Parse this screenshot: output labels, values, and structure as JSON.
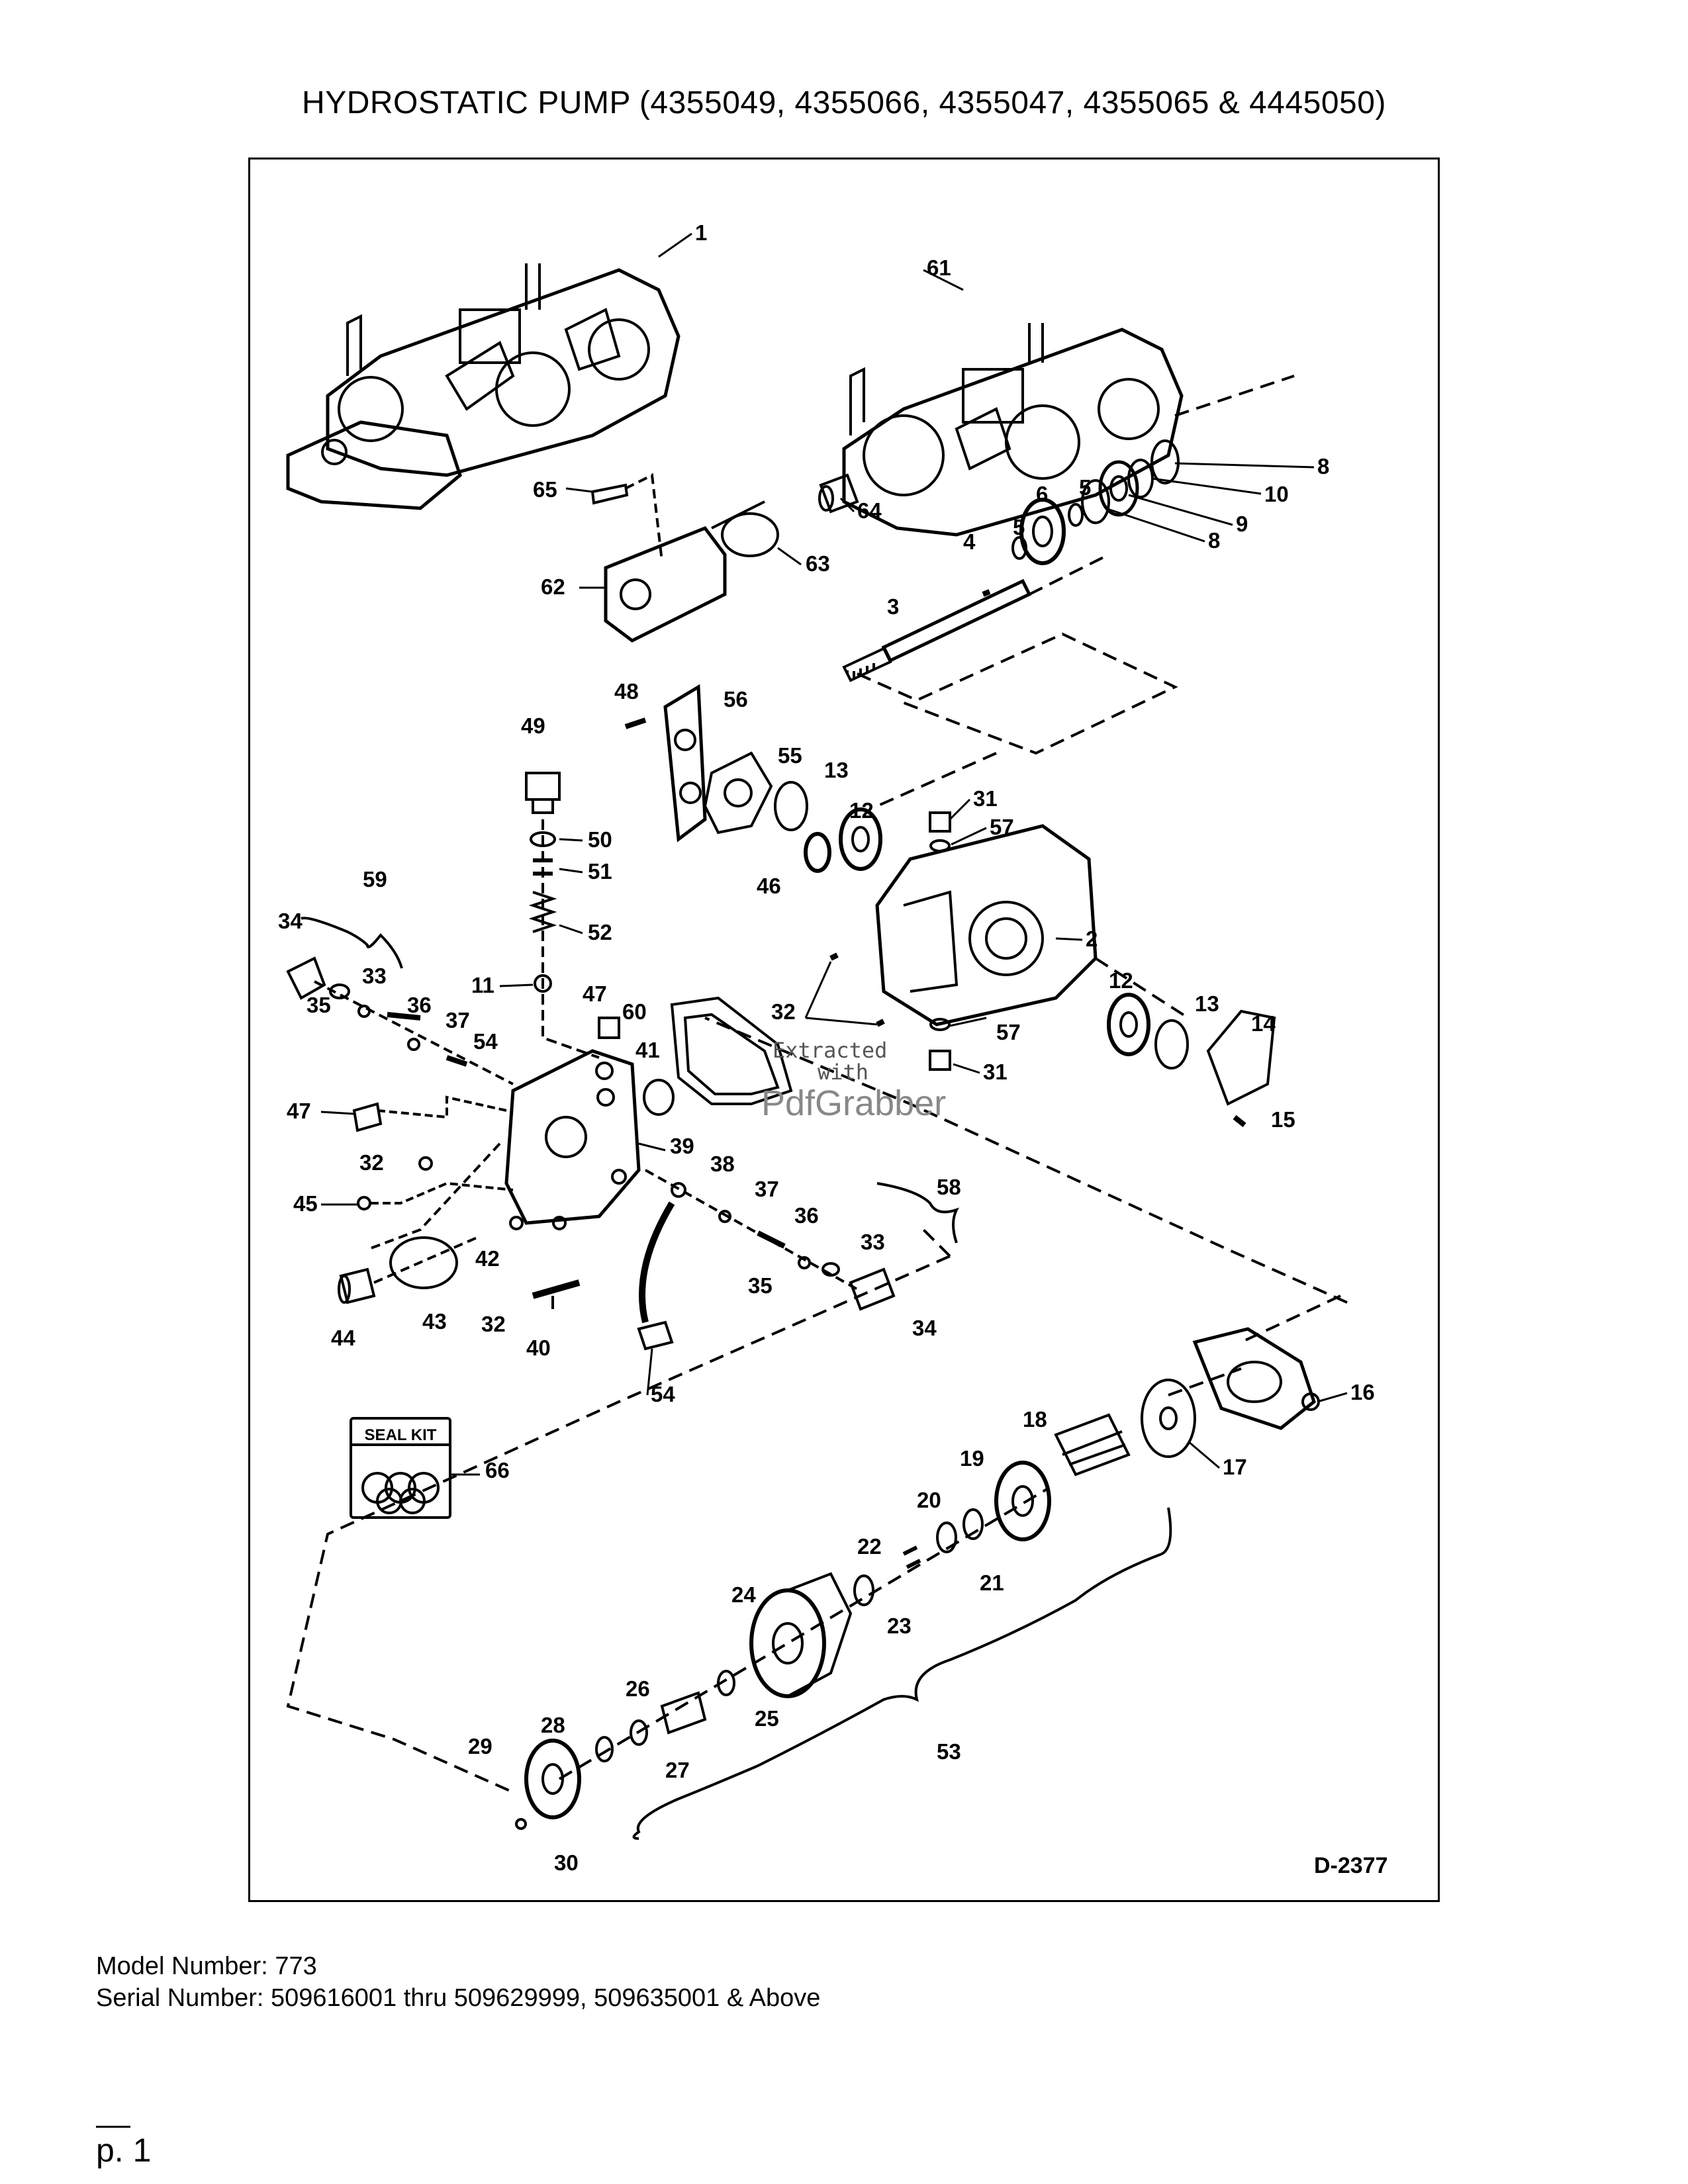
{
  "title": "HYDROSTATIC PUMP (4355049, 4355066, 4355047, 4355065 & 4445050)",
  "drawing_id": "D-2377",
  "seal_kit_label": "SEAL KIT",
  "watermark": {
    "line1": "Extracted",
    "line2": "with",
    "brand": "PdfGrabber"
  },
  "part_labels": {
    "p1": "1",
    "p2": "2",
    "p3": "3",
    "p4": "4",
    "p5a": "5",
    "p5b": "5",
    "p6": "6",
    "p8a": "8",
    "p8b": "8",
    "p9": "9",
    "p10": "10",
    "p11": "11",
    "p12a": "12",
    "p12b": "12",
    "p13a": "13",
    "p13b": "13",
    "p14": "14",
    "p15": "15",
    "p16": "16",
    "p17": "17",
    "p18": "18",
    "p19": "19",
    "p20": "20",
    "p21": "21",
    "p22": "22",
    "p23": "23",
    "p24": "24",
    "p25": "25",
    "p26": "26",
    "p27": "27",
    "p28": "28",
    "p29": "29",
    "p30": "30",
    "p31a": "31",
    "p31b": "31",
    "p32a": "32",
    "p32b": "32",
    "p32c": "32",
    "p33a": "33",
    "p33b": "33",
    "p34a": "34",
    "p34b": "34",
    "p35a": "35",
    "p35b": "35",
    "p36a": "36",
    "p36b": "36",
    "p37a": "37",
    "p37b": "37",
    "p38": "38",
    "p39": "39",
    "p40": "40",
    "p41": "41",
    "p42": "42",
    "p43": "43",
    "p44": "44",
    "p45": "45",
    "p46": "46",
    "p47a": "47",
    "p47b": "47",
    "p48": "48",
    "p49": "49",
    "p50": "50",
    "p51": "51",
    "p52": "52",
    "p53": "53",
    "p54a": "54",
    "p54b": "54",
    "p55": "55",
    "p56": "56",
    "p57a": "57",
    "p57b": "57",
    "p58": "58",
    "p59": "59",
    "p60": "60",
    "p61": "61",
    "p62": "62",
    "p63": "63",
    "p64": "64",
    "p65": "65",
    "p66": "66"
  },
  "footer": {
    "model": "Model Number: 773",
    "serial": "Serial Number: 509616001 thru 509629999, 509635001 & Above"
  },
  "page_number": "p. 1"
}
